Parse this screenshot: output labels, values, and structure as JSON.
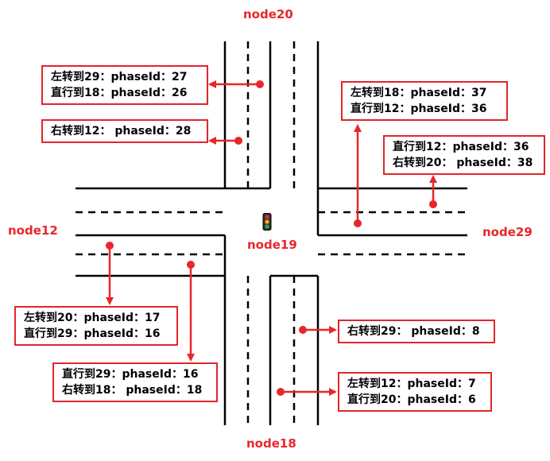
{
  "nodes": {
    "north": "node20",
    "west": "node12",
    "center": "node19",
    "east": "node29",
    "south": "node18"
  },
  "boxes": {
    "north_left_straight": [
      "左转到29：phaseId：27",
      "直行到18：phaseId：26"
    ],
    "north_right": [
      "右转到12： phaseId：28"
    ],
    "east_left_straight": [
      "左转到18：phaseId：37",
      "直行到12：phaseId：36"
    ],
    "east_straight_right": [
      "直行到12：phaseId：36",
      "右转到20： phaseId：38"
    ],
    "west_left_straight": [
      "左转到20：phaseId：17",
      "直行到29：phaseId：16"
    ],
    "west_straight_right": [
      "直行到29：phaseId：16",
      "右转到18： phaseId：18"
    ],
    "south_right": [
      "右转到29： phaseId：8"
    ],
    "south_left_straight": [
      "左转到12：phaseId：7",
      "直行到20：phaseId：6"
    ]
  },
  "colors": {
    "accent": "#e8262b",
    "road_line": "#000000"
  },
  "icons": {
    "center": "traffic-light-icon"
  }
}
